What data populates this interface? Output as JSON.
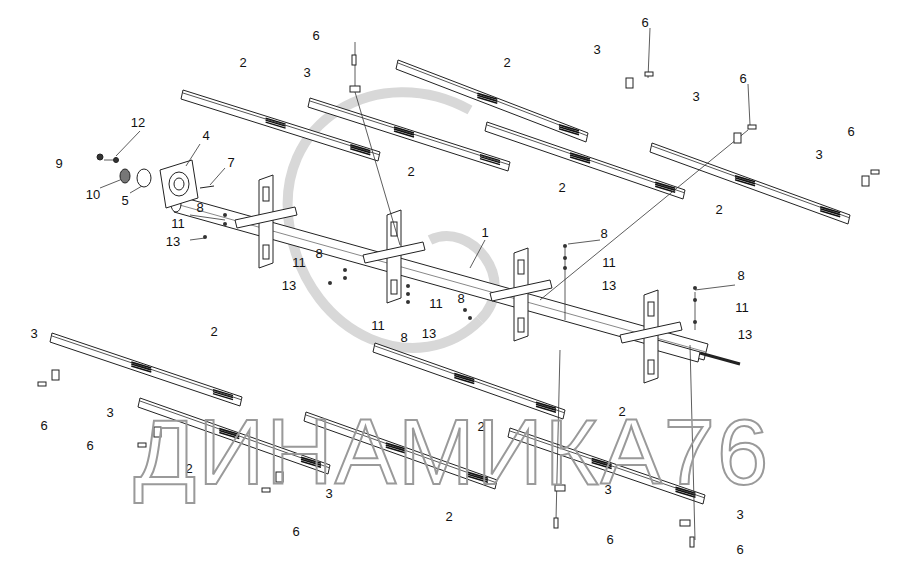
{
  "diagram": {
    "labels": [
      "6",
      "3",
      "2",
      "2",
      "3",
      "6",
      "6",
      "3",
      "6",
      "3",
      "12",
      "4",
      "9",
      "7",
      "10",
      "5",
      "2",
      "2",
      "2",
      "8",
      "11",
      "13",
      "1",
      "8",
      "11",
      "13",
      "8",
      "11",
      "13",
      "8",
      "11",
      "13",
      "11",
      "8",
      "11",
      "8",
      "13",
      "3",
      "2",
      "6",
      "3",
      "6",
      "2",
      "3",
      "6",
      "2",
      "2",
      "3",
      "2",
      "6",
      "3",
      "6",
      "ДИНАМИКА76"
    ]
  }
}
